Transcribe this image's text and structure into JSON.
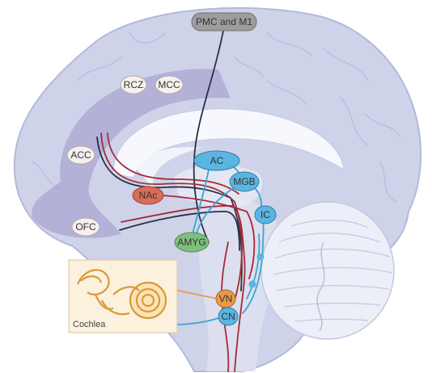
{
  "colors": {
    "brain_fill": "#cfd3ea",
    "brain_stroke": "#b3b9d9",
    "cingulate_band": "#a9a6d1",
    "cerebellum_fill": "#eceff8",
    "white_matter": "#ffffff",
    "pathway_red": "#a52a36",
    "pathway_dark": "#283046",
    "pathway_cyan": "#3aa7cf",
    "pathway_orange": "#e89a4a",
    "node_blue": "#5cb5e0",
    "node_red": "#d96c57",
    "node_green": "#7fbf7e",
    "node_white": "#f6f1ee",
    "node_gray": "#9d9d9d",
    "inset_fill": "#fbf1dd"
  },
  "title_node": {
    "label": "PMC and M1"
  },
  "cortical_nodes": [
    {
      "label": "RCZ"
    },
    {
      "label": "MCC"
    },
    {
      "label": "ACC"
    },
    {
      "label": "OFC"
    }
  ],
  "subcortical_nodes": {
    "nac": "NAc",
    "amyg": "AMYG",
    "ac": "AC",
    "mgb": "MGB",
    "ic": "IC",
    "vn": "VN",
    "cn": "CN"
  },
  "inset": {
    "label": "Cochlea"
  }
}
